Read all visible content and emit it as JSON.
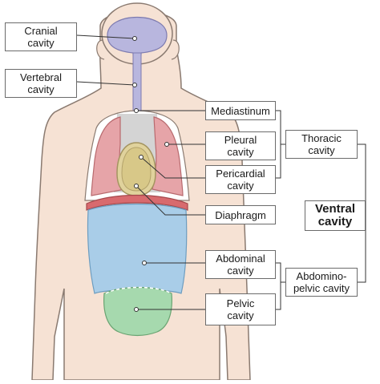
{
  "labels": {
    "cranial": [
      "Cranial",
      "cavity"
    ],
    "vertebral": [
      "Vertebral",
      "cavity"
    ],
    "mediastinum": [
      "Mediastinum"
    ],
    "pleural": [
      "Pleural",
      "cavity"
    ],
    "pericardial": [
      "Pericardial",
      "cavity"
    ],
    "diaphragm": [
      "Diaphragm"
    ],
    "abdominal": [
      "Abdominal",
      "cavity"
    ],
    "pelvic": [
      "Pelvic",
      "cavity"
    ],
    "thoracic": [
      "Thoracic",
      "cavity"
    ],
    "ventral": [
      "Ventral",
      "cavity"
    ],
    "abdominopelvic": [
      "Abdomino-",
      "pelvic cavity"
    ]
  },
  "colors": {
    "skin": "#f6e2d4",
    "skin_outline": "#8a7a70",
    "cranial_fill": "#b8b6de",
    "spinal_fill": "#b8b6de",
    "mediastinum_fill": "#d4d4d4",
    "pleural_fill": "#e6a4a8",
    "pericardial_fill": "#e0d29c",
    "diaphragm_fill": "#d86a6e",
    "abdominal_fill": "#a9cde8",
    "pelvic_fill": "#a6d9ae",
    "leader_line": "#333333"
  }
}
